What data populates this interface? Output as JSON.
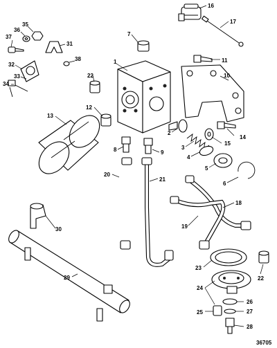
{
  "diagram": {
    "figure_number": "36705",
    "callouts": [
      "1",
      "2",
      "3",
      "4",
      "5",
      "6",
      "7",
      "8",
      "9",
      "10",
      "11",
      "12",
      "13",
      "14",
      "15",
      "16",
      "17",
      "18",
      "19",
      "20",
      "21",
      "22",
      "22",
      "23",
      "24",
      "25",
      "26",
      "27",
      "28",
      "29",
      "30",
      "31",
      "32",
      "33",
      "34",
      "35",
      "36",
      "37",
      "38"
    ]
  }
}
